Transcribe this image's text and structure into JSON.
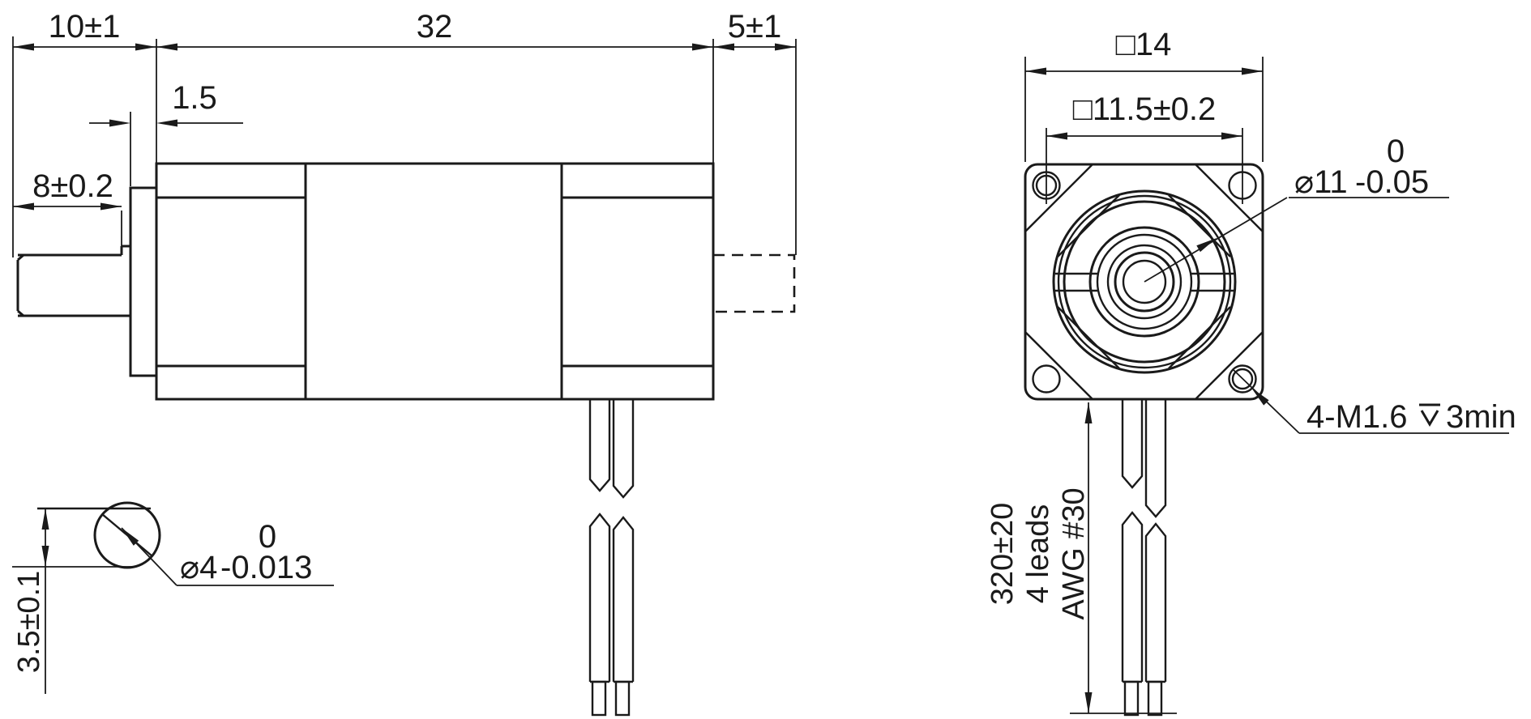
{
  "drawing": {
    "type": "stepper-motor-dimension-drawing",
    "units": "mm",
    "line_color": "#1a1a1a",
    "background_color": "#ffffff"
  },
  "side_view": {
    "dims": {
      "shaft_extension": "10±1",
      "body_length": "32",
      "rear_extension": "5±1",
      "pilot_depth": "1.5",
      "flat_length": "8±0.2"
    }
  },
  "shaft_detail": {
    "flat_height": "3.5±0.1",
    "diameter_prefix": "⌀4",
    "tol_upper": "0",
    "tol_lower": "-0.013"
  },
  "front_view": {
    "flange_size": "□14",
    "hole_spacing": "□11.5±0.2",
    "pilot_prefix": "⌀11",
    "pilot_tol_upper": "0",
    "pilot_tol_lower": "-0.05",
    "thread_prefix": "4-M1.6",
    "thread_depth_suffix": "3min"
  },
  "leads": {
    "length": "320±20",
    "count": "4 leads",
    "gauge": "AWG #30"
  }
}
